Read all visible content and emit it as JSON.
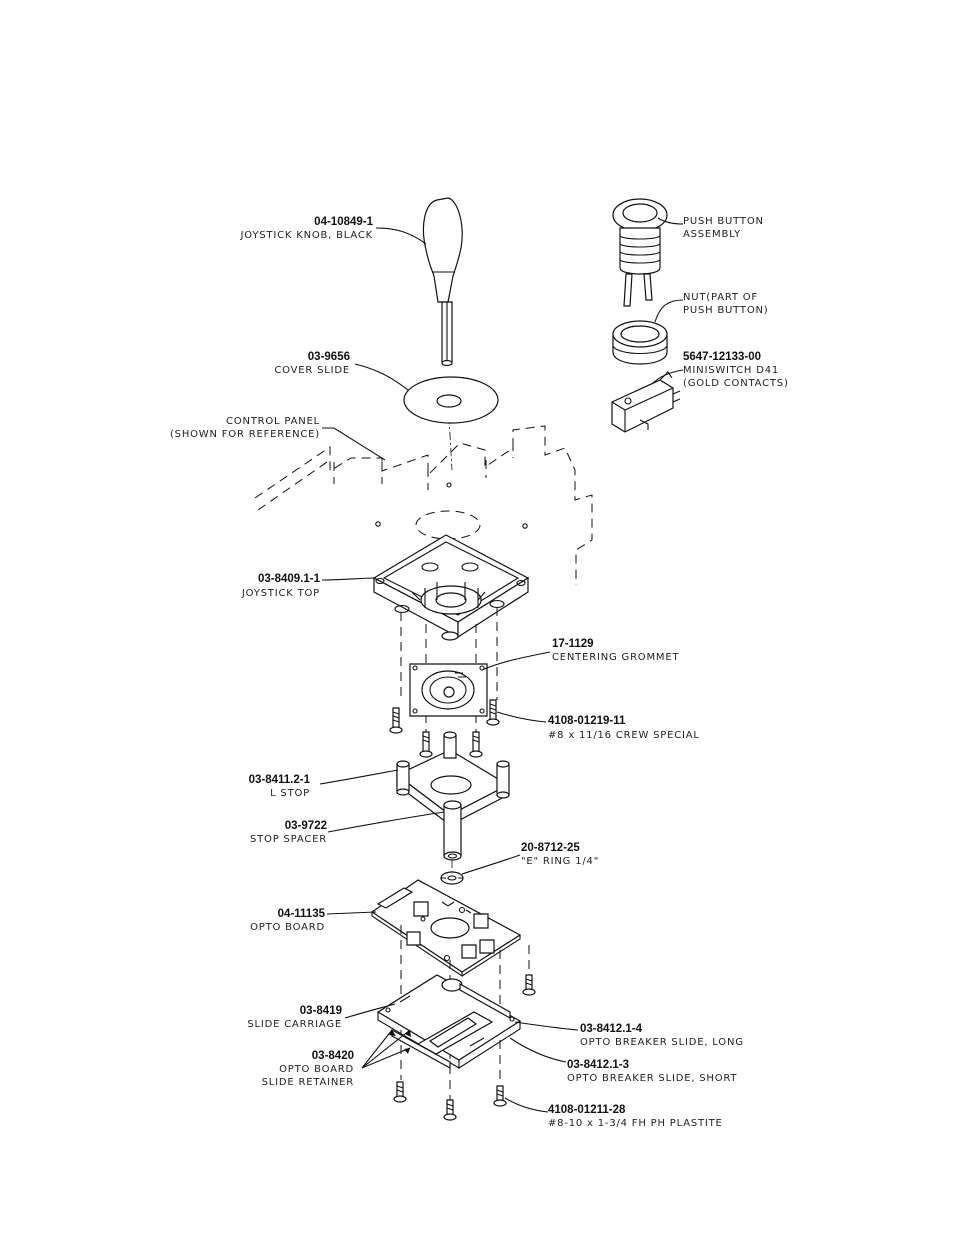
{
  "callouts": [
    {
      "id": "knob",
      "part": "04-10849-1",
      "desc": [
        "JOYSTICK KNOB, BLACK"
      ]
    },
    {
      "id": "cover",
      "part": "03-9656",
      "desc": [
        "COVER SLIDE"
      ]
    },
    {
      "id": "panel",
      "part": "",
      "desc": [
        "CONTROL PANEL",
        "(SHOWN FOR REFERENCE)"
      ]
    },
    {
      "id": "top",
      "part": "03-8409.1-1",
      "desc": [
        "JOYSTICK TOP"
      ]
    },
    {
      "id": "grommet",
      "part": "17-1129",
      "desc": [
        "CENTERING GROMMET"
      ]
    },
    {
      "id": "screw1",
      "part": "4108-01219-11",
      "desc": [
        "#8 x 11/16 CREW SPECIAL"
      ]
    },
    {
      "id": "lstop",
      "part": "03-8411.2-1",
      "desc": [
        "L STOP"
      ]
    },
    {
      "id": "spacer",
      "part": "03-9722",
      "desc": [
        "STOP SPACER"
      ]
    },
    {
      "id": "ering",
      "part": "20-8712-25",
      "desc": [
        "\"E\" RING 1/4\""
      ]
    },
    {
      "id": "opto",
      "part": "04-11135",
      "desc": [
        "OPTO BOARD"
      ]
    },
    {
      "id": "carriage",
      "part": "03-8419",
      "desc": [
        "SLIDE CARRIAGE"
      ]
    },
    {
      "id": "retainer",
      "part": "03-8420",
      "desc": [
        "OPTO BOARD",
        "SLIDE RETAINER"
      ]
    },
    {
      "id": "long",
      "part": "03-8412.1-4",
      "desc": [
        "OPTO BREAKER SLIDE, LONG"
      ]
    },
    {
      "id": "short",
      "part": "03-8412.1-3",
      "desc": [
        "OPTO BREAKER SLIDE, SHORT"
      ]
    },
    {
      "id": "screw2",
      "part": "4108-01211-28",
      "desc": [
        "#8-10 x 1-3/4 FH PH PLASTITE"
      ]
    },
    {
      "id": "pushbtn",
      "part": "",
      "desc": [
        "PUSH BUTTON",
        "ASSEMBLY"
      ]
    },
    {
      "id": "nut",
      "part": "",
      "desc": [
        "NUT(PART OF",
        "PUSH BUTTON)"
      ]
    },
    {
      "id": "miniswitch",
      "part": "5647-12133-00",
      "desc": [
        "MINISWITCH D41",
        "(GOLD CONTACTS)"
      ]
    }
  ]
}
